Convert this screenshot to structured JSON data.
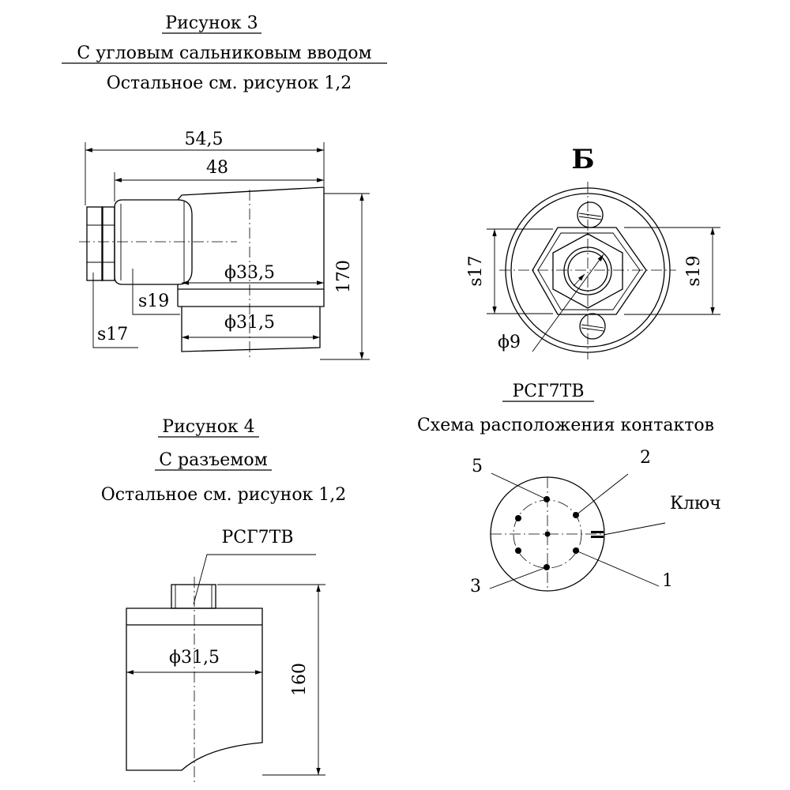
{
  "figure3": {
    "title": "Рисунок 3",
    "subtitle": "С угловым сальниковым вводом",
    "note": "Остальное см. рисунок 1,2",
    "dims": {
      "overall_length": "54,5",
      "body_length": "48",
      "upper_diameter": "ϕ33,5",
      "lower_diameter": "ϕ31,5",
      "height": "170",
      "wrench_s19": "s19",
      "wrench_s17": "s17"
    }
  },
  "view_b": {
    "label": "Б",
    "dims": {
      "left": "s17",
      "right": "s19",
      "bore": "ϕ9"
    }
  },
  "connector": {
    "title": "РСГ7ТВ",
    "subtitle": "Схема расположения контактов",
    "pins": [
      "1",
      "2",
      "3",
      "5"
    ],
    "key_label": "Ключ"
  },
  "figure4": {
    "title": "Рисунок 4",
    "subtitle": "С разъемом",
    "note": "Остальное см. рисунок 1,2",
    "connector_label": "РСГ7ТВ",
    "dims": {
      "diameter": "ϕ31,5",
      "height": "160"
    }
  }
}
